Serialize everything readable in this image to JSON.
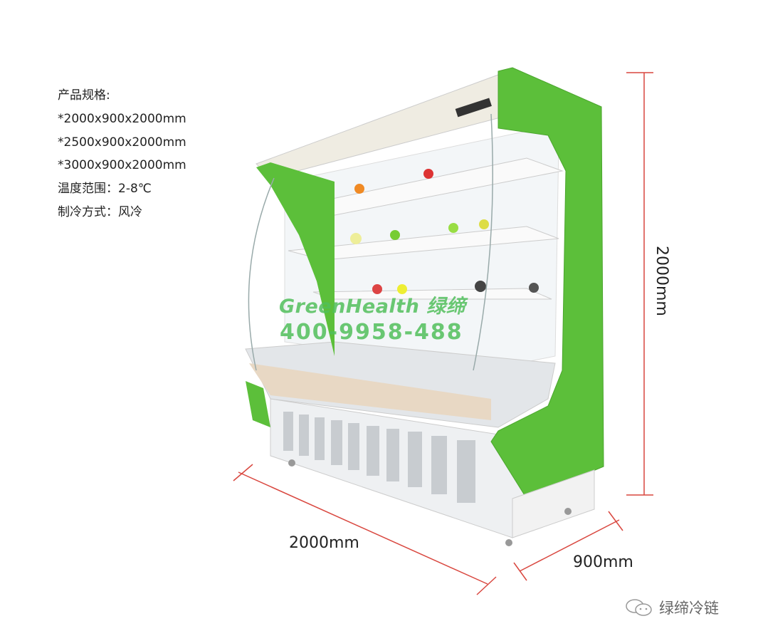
{
  "specs": {
    "title": "产品规格:",
    "sizes": [
      "*2000x900x2000mm",
      "*2500x900x2000mm",
      "*3000x900x2000mm"
    ],
    "temperature": "温度范围：2-8℃",
    "cooling": "制冷方式：风冷"
  },
  "dimensions": {
    "width": "2000mm",
    "depth": "900mm",
    "height": "2000mm"
  },
  "watermark": {
    "brand": "GreenHealth 绿缔",
    "phone": "400-9958-488"
  },
  "account": {
    "name": "绿缔冷链",
    "icon": "wechat-icon"
  },
  "colors": {
    "green": "#5cbf3a",
    "dimension_line": "#d9473f"
  }
}
